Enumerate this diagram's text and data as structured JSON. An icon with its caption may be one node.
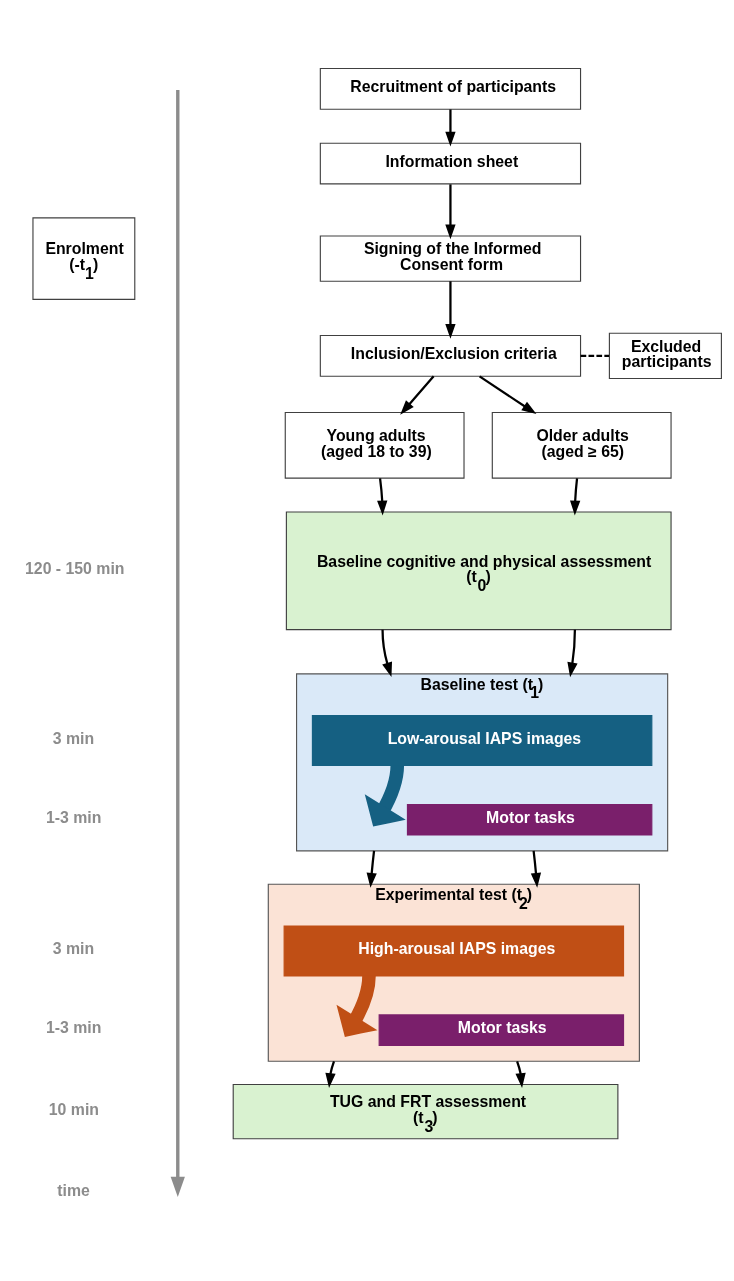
{
  "diagram": {
    "nodes": [
      {
        "text": [
          "Enrolment (-t$_{1}$)"
        ]
      },
      {
        "text": [
          "Recruitment of participants"
        ]
      },
      {
        "text": [
          "Information sheet"
        ]
      },
      {
        "text": [
          "Signing of the Informed Consent form"
        ]
      },
      {
        "text": [
          "Inclusion/Exclusion criteria"
        ]
      },
      {
        "text": [
          "Excluded participants"
        ]
      },
      {
        "text": [
          "Young adults (aged 18 to 39)"
        ]
      },
      {
        "text": [
          "Older adults (aged ≥ 65)"
        ]
      },
      {
        "text": [
          "Baseline cognitive and physical assessment (t$_{0}$)"
        ]
      },
      {
        "text": [
          "Baseline test (t$_{1}$)"
        ]
      },
      {
        "text": [
          "Low-arousal IAPS images"
        ],
        "in": 9
      },
      {
        "text": [
          "Motor tasks"
        ],
        "in": 9
      },
      {
        "text": [
          "Experimental test (t$_{2}$)"
        ]
      },
      {
        "text": [
          "High-arousal IAPS images"
        ],
        "in": 12
      },
      {
        "text": [
          "Motor tasks"
        ],
        "in": 12
      },
      {
        "text": [
          "TUG and FRT assessment (t$_{3}$)"
        ]
      }
    ],
    "edges": [
      {
        "from": 1,
        "to": 2,
        "arrow": "to"
      },
      {
        "from": 2,
        "to": 3,
        "arrow": "to"
      },
      {
        "from": 3,
        "to": 4,
        "arrow": "to"
      },
      {
        "from": 4,
        "to": 5,
        "arrow": "none",
        "style": "dashed"
      },
      {
        "from": 4,
        "to": 6,
        "arrow": "to"
      },
      {
        "from": 4,
        "to": 7,
        "arrow": "to"
      },
      {
        "from": 6,
        "to": 8,
        "arrow": "to"
      },
      {
        "from": 7,
        "to": 8,
        "arrow": "to"
      },
      {
        "from": 8,
        "to": 9,
        "arrow": "to"
      },
      {
        "from": 8,
        "to": 9,
        "arrow": "to"
      },
      {
        "from": 9,
        "to": 12,
        "arrow": "to"
      },
      {
        "from": 9,
        "to": 12,
        "arrow": "to"
      },
      {
        "from": 12,
        "to": 15,
        "arrow": "to"
      },
      {
        "from": 12,
        "to": 15,
        "arrow": "to"
      },
      {
        "from": 10,
        "to": null,
        "arrow": "to",
        "style": "thick",
        "color": "#156082"
      },
      {
        "from": 13,
        "to": null,
        "arrow": "to",
        "style": "thick",
        "color": "#c04f15"
      }
    ],
    "labels": [
      "120 - 150 min",
      "3 min",
      "1-3 min",
      "3 min",
      "1-3 min",
      "10 min",
      "time"
    ]
  }
}
